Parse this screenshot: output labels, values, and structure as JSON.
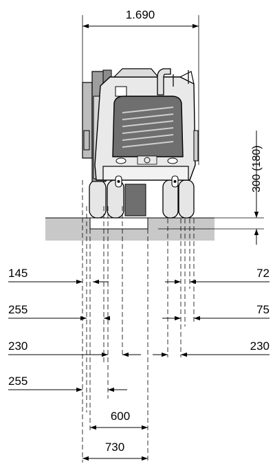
{
  "overall_width": "1.690",
  "milling_depth": "300 (180)",
  "left_labels": [
    "145",
    "255",
    "230",
    "255"
  ],
  "right_labels": [
    "72",
    "75",
    "230"
  ],
  "bottom_labels": [
    "600",
    "730"
  ],
  "colors": {
    "ground": "#c8c8c8",
    "machine_light": "#e9e9e9",
    "machine_mid": "#bdbdbd",
    "machine_dark": "#6f6f6f"
  }
}
